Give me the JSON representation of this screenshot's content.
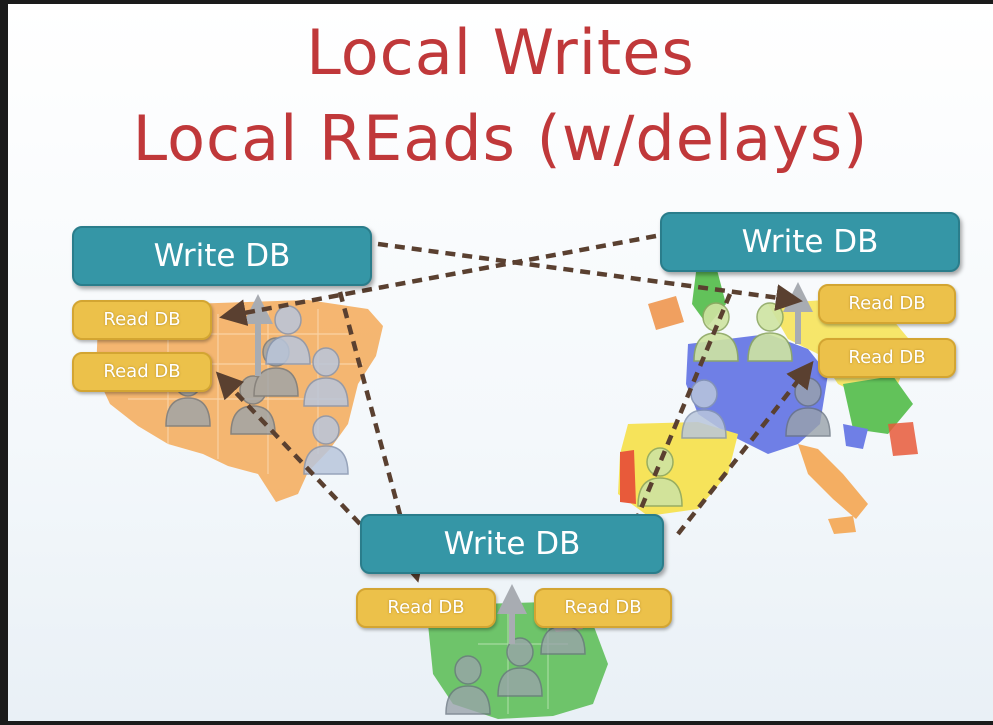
{
  "title": {
    "line1": "Local Writes",
    "line2": "Local REads (w/delays)"
  },
  "regions": {
    "us": {
      "write_label": "Write DB",
      "read_labels": [
        "Read DB",
        "Read DB"
      ]
    },
    "europe": {
      "write_label": "Write DB",
      "read_labels": [
        "Read DB",
        "Read DB"
      ]
    },
    "australia": {
      "write_label": "Write DB",
      "read_labels": [
        "Read DB",
        "Read DB"
      ]
    }
  },
  "colors": {
    "title": "#c0383a",
    "write_db": "#3596a6",
    "read_db": "#ecc14a",
    "arrow": "#5a4030",
    "us_map": "#f4ae62",
    "europe_map": "#6f7fe6",
    "australia_map": "#6ec46a"
  }
}
